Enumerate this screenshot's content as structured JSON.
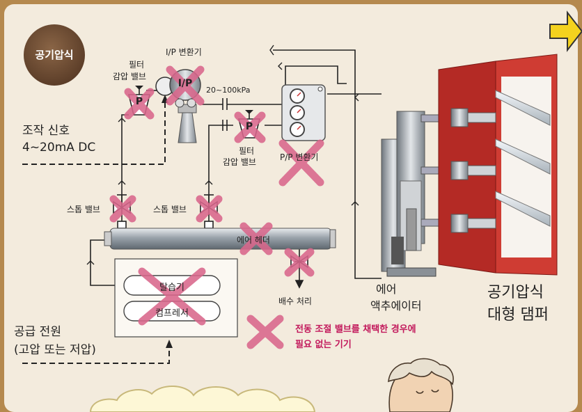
{
  "badge": "공기압식",
  "labels": {
    "filter_top": "필터",
    "reducer_top": "감압 밸브",
    "ip_title": "I/P 변환기",
    "ip_symbol": "I/P",
    "p_symbol": "P",
    "pressure": "20~100kPa",
    "filter_mid": "필터",
    "reducer_mid": "감압 밸브",
    "pp": "P/P 변환기",
    "signal_line1": "조작 신호",
    "signal_line2": "4~20mA DC",
    "stop_valve_left": "스톱 밸브",
    "stop_valve_right": "스톱 밸브",
    "header": "에어 헤더",
    "dehumidifier": "탈습기",
    "compressor": "컴프레서",
    "drain": "배수 처리",
    "actuator_line1": "에어",
    "actuator_line2": "액추에이터",
    "damper_line1": "공기압식",
    "damper_line2": "대형 댐퍼",
    "power_line1": "공급 전원",
    "power_line2": "(고압 또는 저압)",
    "legend_line1": "전동 조절 밸브를 채택한 경우에",
    "legend_line2": "필요 없는 기기"
  },
  "colors": {
    "background": "#f3ebdd",
    "frame": "#b5894e",
    "cross": "#d9678c",
    "legend_text": "#c2185b",
    "damper": "#c8322c",
    "badge": "#6b4a32",
    "arrow": "#f4d21e"
  },
  "icons": [
    "cross-mark-icon",
    "arrow-right-icon",
    "cartoon-face-icon",
    "cloud-icon"
  ]
}
